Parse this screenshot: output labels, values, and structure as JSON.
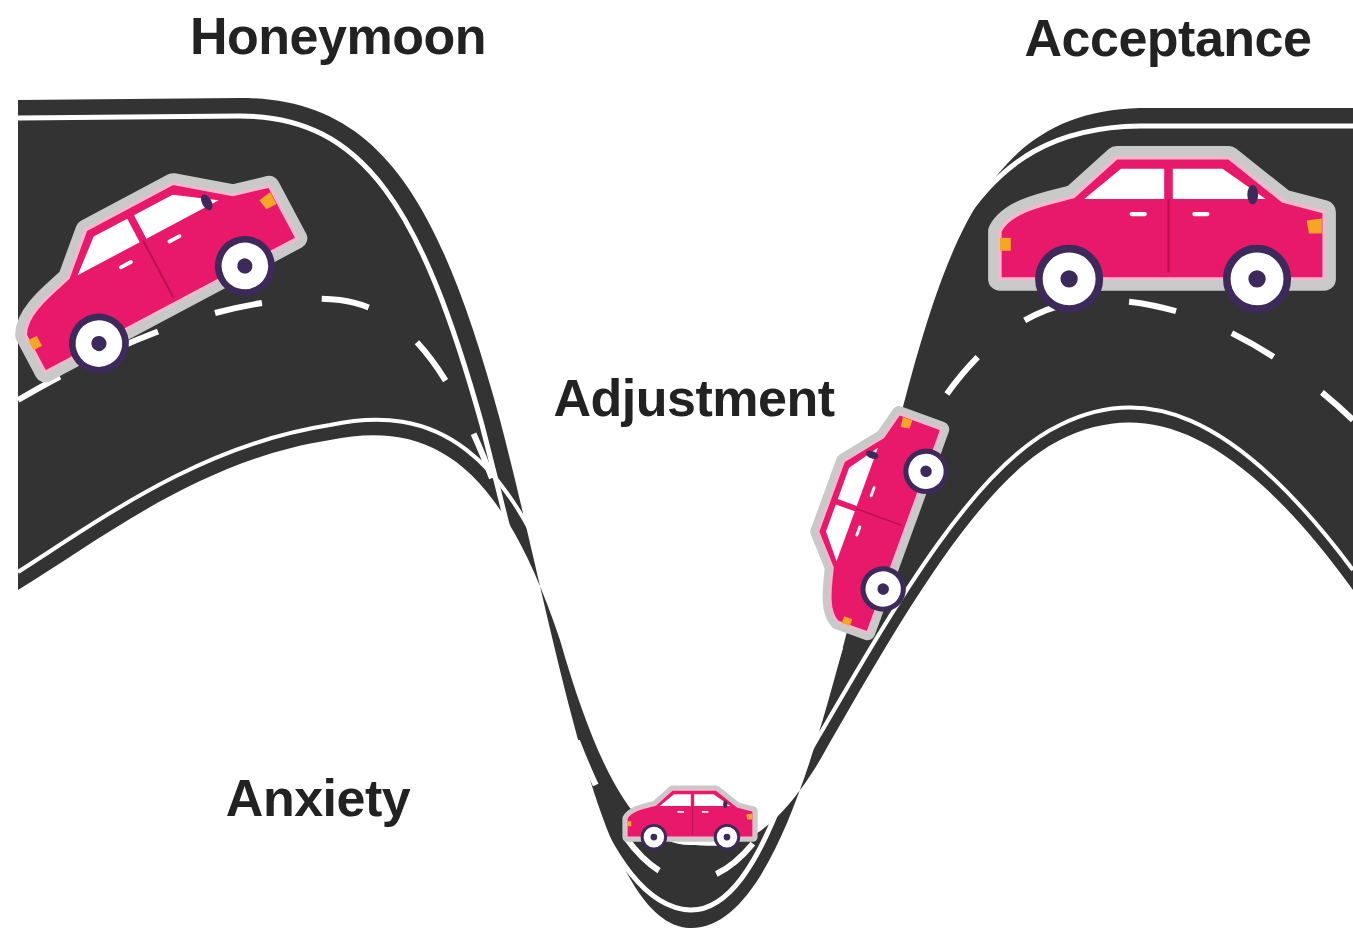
{
  "diagram": {
    "labels": [
      "Honeymoon",
      "Acceptance",
      "Adjustment",
      "Anxiety"
    ]
  }
}
